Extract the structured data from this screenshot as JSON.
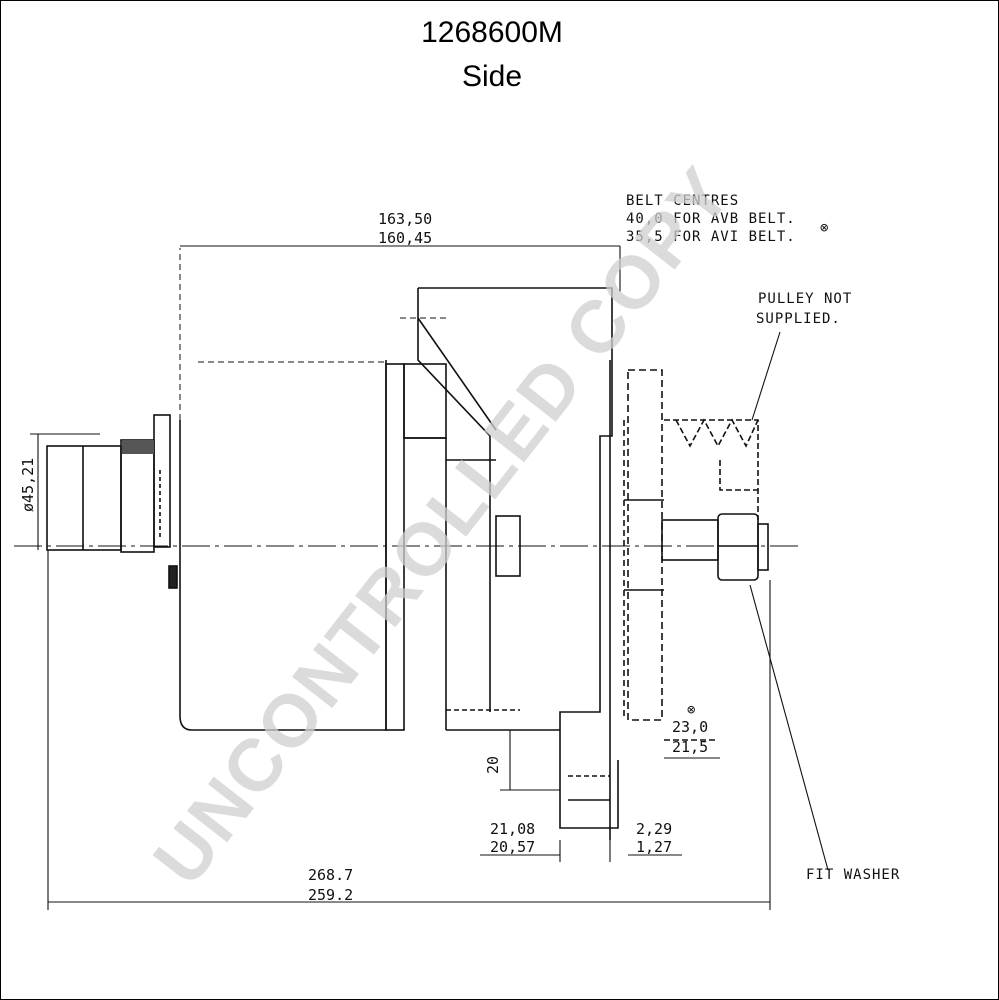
{
  "header": {
    "part_number": "1268600M",
    "view": "Side"
  },
  "annotations": {
    "belt_line1": "BELT CENTRES",
    "belt_line2": "40,0 FOR AVB BELT.",
    "belt_line3": "35,5 FOR AVI BELT.",
    "pulley_line1": "PULLEY NOT",
    "pulley_line2": "SUPPLIED.",
    "fit_washer": "FIT WASHER",
    "note_symbol": "⊗"
  },
  "dimensions": {
    "length_a_max": "163,50",
    "length_a_min": "160,45",
    "diameter": "ø45,21",
    "pulley_max": "23,0",
    "pulley_min": "21,5",
    "foot_height": "20",
    "foot_max": "21,08",
    "foot_min": "20,57",
    "gap_max": "2,29",
    "gap_min": "1,27",
    "overall_max": "268.7",
    "overall_min": "259.2"
  },
  "watermark": "UNCONTROLLED COPY"
}
